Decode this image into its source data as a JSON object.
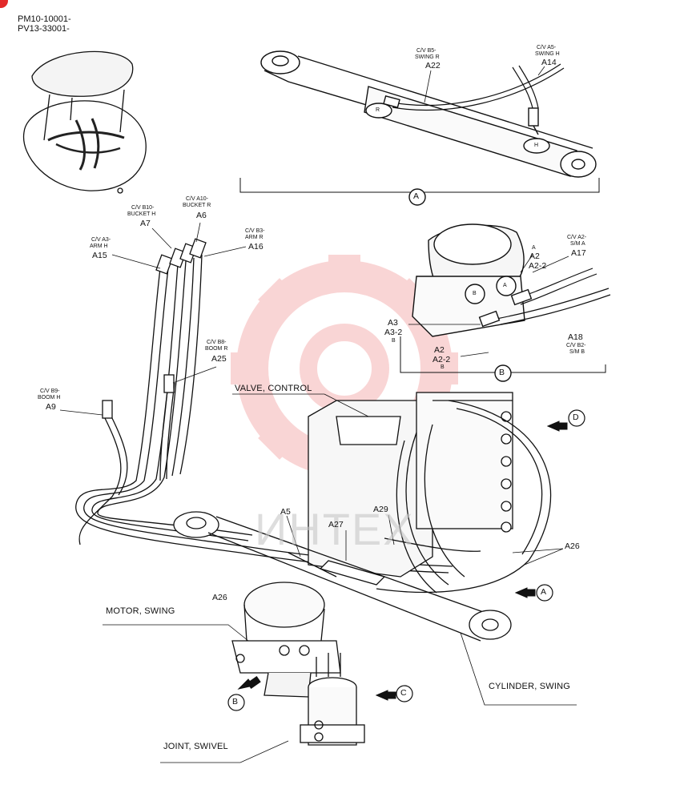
{
  "header": {
    "line1": "PM10-10001-",
    "line2": "PV13-33001-"
  },
  "watermark": {
    "text": "ИНТЕХ",
    "color": "#e84545"
  },
  "views": {
    "A": {
      "marker": "A"
    },
    "B": {
      "marker": "B"
    },
    "C": {
      "marker": "C"
    },
    "D": {
      "marker": "D"
    }
  },
  "detail_a": {
    "b5_lines": [
      "C/V B5-",
      "SWING R"
    ],
    "b5_code": "A22",
    "a5_lines": [
      "C/V A5-",
      "SWING H"
    ],
    "a5_code": "A14",
    "port_r": "R",
    "port_h": "H"
  },
  "detail_b": {
    "a2_top": [
      "A",
      "A2",
      "A2-2"
    ],
    "a2_sm": [
      "C/V A2-",
      "S/M A"
    ],
    "a17": "A17",
    "a18": "A18",
    "b2_sm": [
      "C/V B2-",
      "S/M B"
    ],
    "a3": [
      "A3",
      "A3-2",
      "B"
    ],
    "a2_bottom": [
      "A2",
      "A2-2",
      "B"
    ],
    "port_a": "A",
    "port_b": "B"
  },
  "hoses": {
    "b10": [
      "C/V B10-",
      "BUCKET H"
    ],
    "a7": "A7",
    "a10": [
      "C/V A10-",
      "BUCKET R"
    ],
    "a6": "A6",
    "a3": [
      "C/V A3-",
      "ARM H"
    ],
    "a15": "A15",
    "b3": [
      "C/V B3-",
      "ARM R"
    ],
    "a16": "A16",
    "b8": [
      "C/V B8-",
      "BOOM R"
    ],
    "a25": "A25",
    "b9": [
      "C/V B9-",
      "BOOM H"
    ],
    "a9": "A9"
  },
  "components": {
    "valve_control": "VALVE, CONTROL",
    "motor_swing": "MOTOR, SWING",
    "cylinder_swing": "CYLINDER, SWING",
    "joint_swivel": "JOINT, SWIVEL"
  },
  "callouts": {
    "a5": "A5",
    "a27": "A27",
    "a29": "A29",
    "a26_right": "A26",
    "a26_left": "A26"
  }
}
